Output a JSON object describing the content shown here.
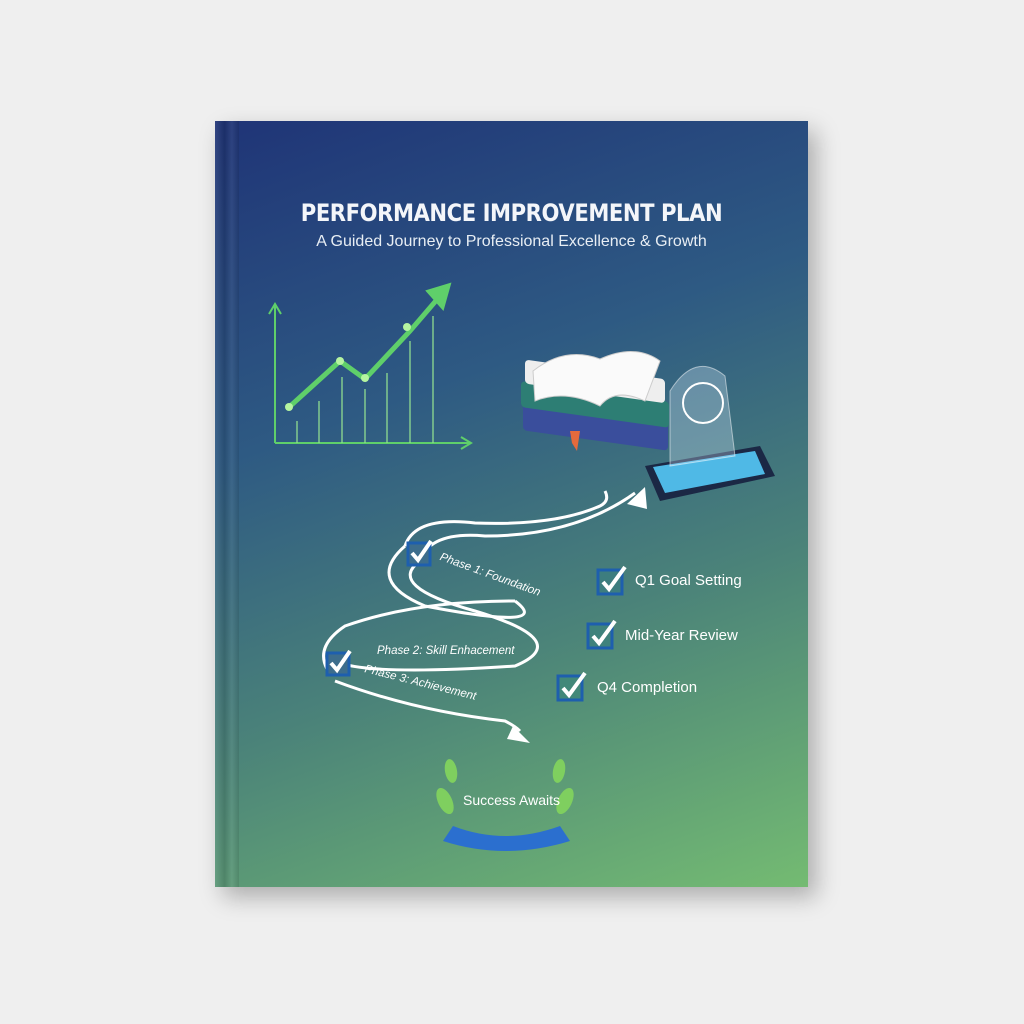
{
  "cover": {
    "title": "PERFORMANCE IMPROVEMENT PLAN",
    "subtitle": "A Guided Journey to Professional Excellence & Growth",
    "phases": [
      "Phase 1: Foundation",
      "Phase 2: Skill Enhacement",
      "Phase 3: Achievement"
    ],
    "checklist": [
      "Q1 Goal Setting",
      "Mid-Year Review",
      "Q4 Completion"
    ],
    "badge": "Success Awaits"
  },
  "colors": {
    "cover_top": "#1f3477",
    "cover_bottom": "#74bb72",
    "chart_green": "#5fcf6a",
    "check_blue": "#1e5fae"
  }
}
